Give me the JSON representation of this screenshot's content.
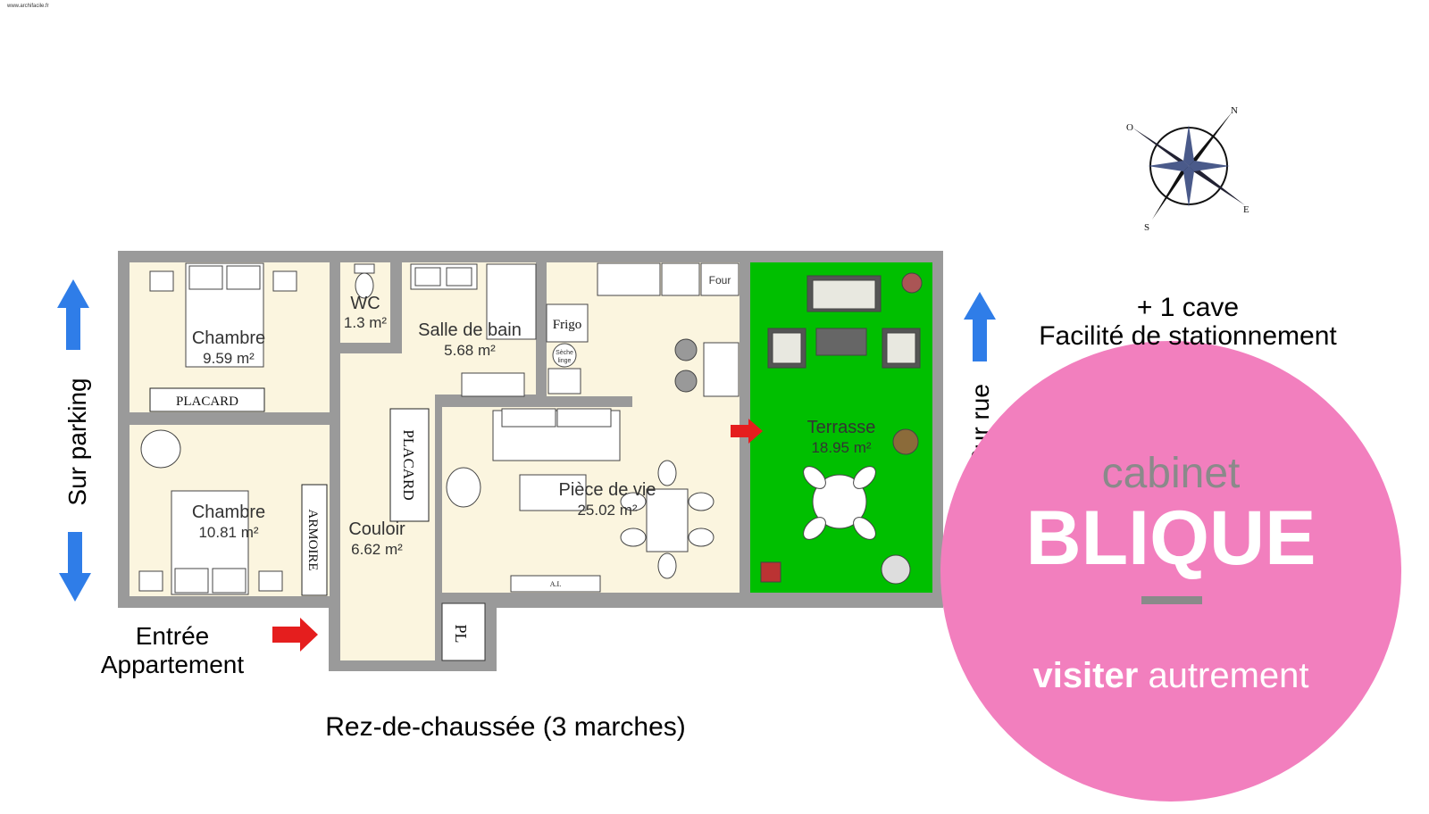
{
  "watermark": "www.archifacile.fr",
  "compass": {
    "n": "N",
    "s": "S",
    "e": "E",
    "o": "O"
  },
  "rooms": [
    {
      "name": "Chambre",
      "area": "9.59 m²"
    },
    {
      "name": "Chambre",
      "area": "10.81 m²"
    },
    {
      "name": "WC",
      "area": "1.3 m²"
    },
    {
      "name": "Salle de bain",
      "area": "5.68 m²"
    },
    {
      "name": "Couloir",
      "area": "6.62 m²"
    },
    {
      "name": "Pièce de vie",
      "area": "25.02 m²"
    },
    {
      "name": "Terrasse",
      "area": "18.95 m²"
    }
  ],
  "fixtures": {
    "placard1": "PLACARD",
    "placard2": "PLACARD",
    "armoire": "ARMOIRE",
    "pl": "PL",
    "frigo": "Frigo",
    "seche1": "Sèche",
    "seche2": "linge",
    "four": "Four",
    "tv": "A.I."
  },
  "labels": {
    "sur_parking": "Sur parking",
    "sur_rue": "Sur rue",
    "entree1": "Entrée",
    "entree2": "Appartement",
    "cave": "+ 1 cave",
    "stationnement": "Facilité de stationnement",
    "floor": "Rez-de-chaussée (3 marches)"
  },
  "logo": {
    "line1": "cabinet",
    "line2": "BLIQUE",
    "tag1": "visiter",
    "tag2": "autrement"
  },
  "colors": {
    "wall": "#9a9a9a",
    "floor": "#fbf5df",
    "terrace": "#00bf00",
    "arrow_blue": "#2f7de8",
    "arrow_red": "#e51e1e",
    "arrow_purple": "#8a3fc4",
    "logo_pink": "#f27fbe"
  }
}
